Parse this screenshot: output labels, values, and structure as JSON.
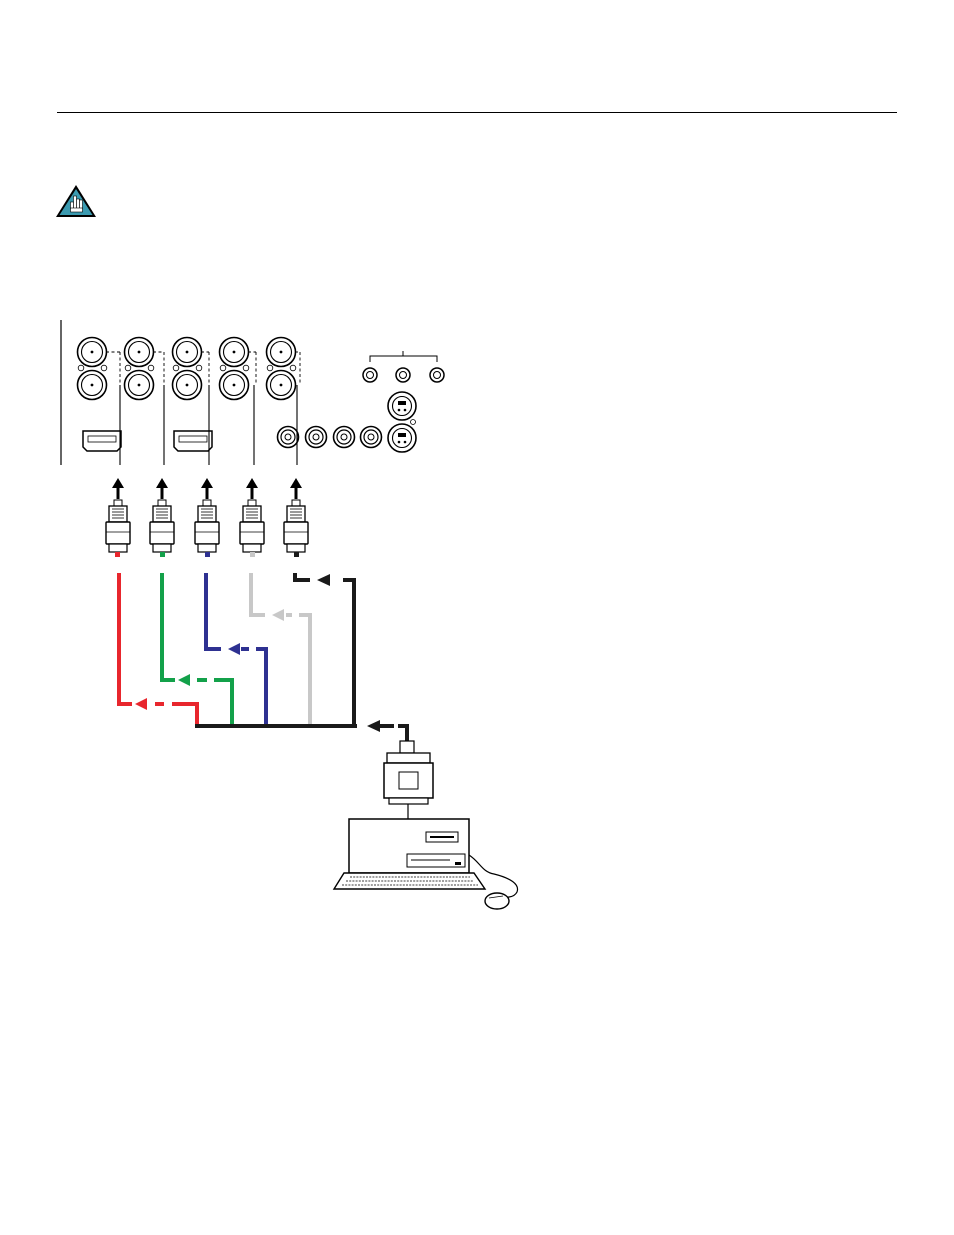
{
  "page": {
    "icons": {
      "note": "note-icon",
      "computer": "computer-icon",
      "mouse": "mouse-icon",
      "vga_connector": "vga-connector-icon"
    }
  },
  "cables": [
    {
      "id": "red",
      "color": "#e8262d"
    },
    {
      "id": "green",
      "color": "#13a14a"
    },
    {
      "id": "blue",
      "color": "#2e3191"
    },
    {
      "id": "gray",
      "color": "#c8c8c8"
    },
    {
      "id": "black",
      "color": "#1a1a1a"
    }
  ]
}
